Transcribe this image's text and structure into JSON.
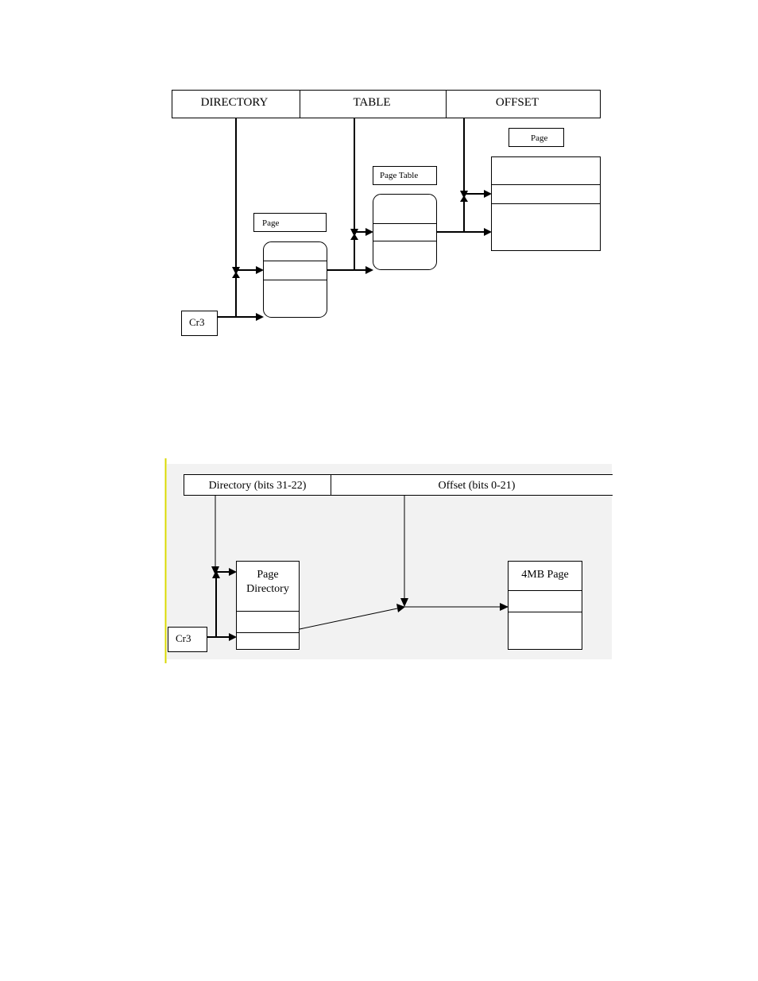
{
  "diagram1": {
    "fields": {
      "directory": "DIRECTORY",
      "table": "TABLE",
      "offset": "OFFSET"
    },
    "page_directory_label": "Page",
    "page_table_label": "Page  Table",
    "page_label": "Page",
    "cr3_label": "Cr3"
  },
  "diagram2": {
    "fields": {
      "directory": "Directory (bits 31-22)",
      "offset": "Offset (bits 0-21)"
    },
    "page_directory_label_line1": "Page",
    "page_directory_label_line2": "Directory",
    "page_label": "4MB Page",
    "cr3_label": "Cr3"
  }
}
